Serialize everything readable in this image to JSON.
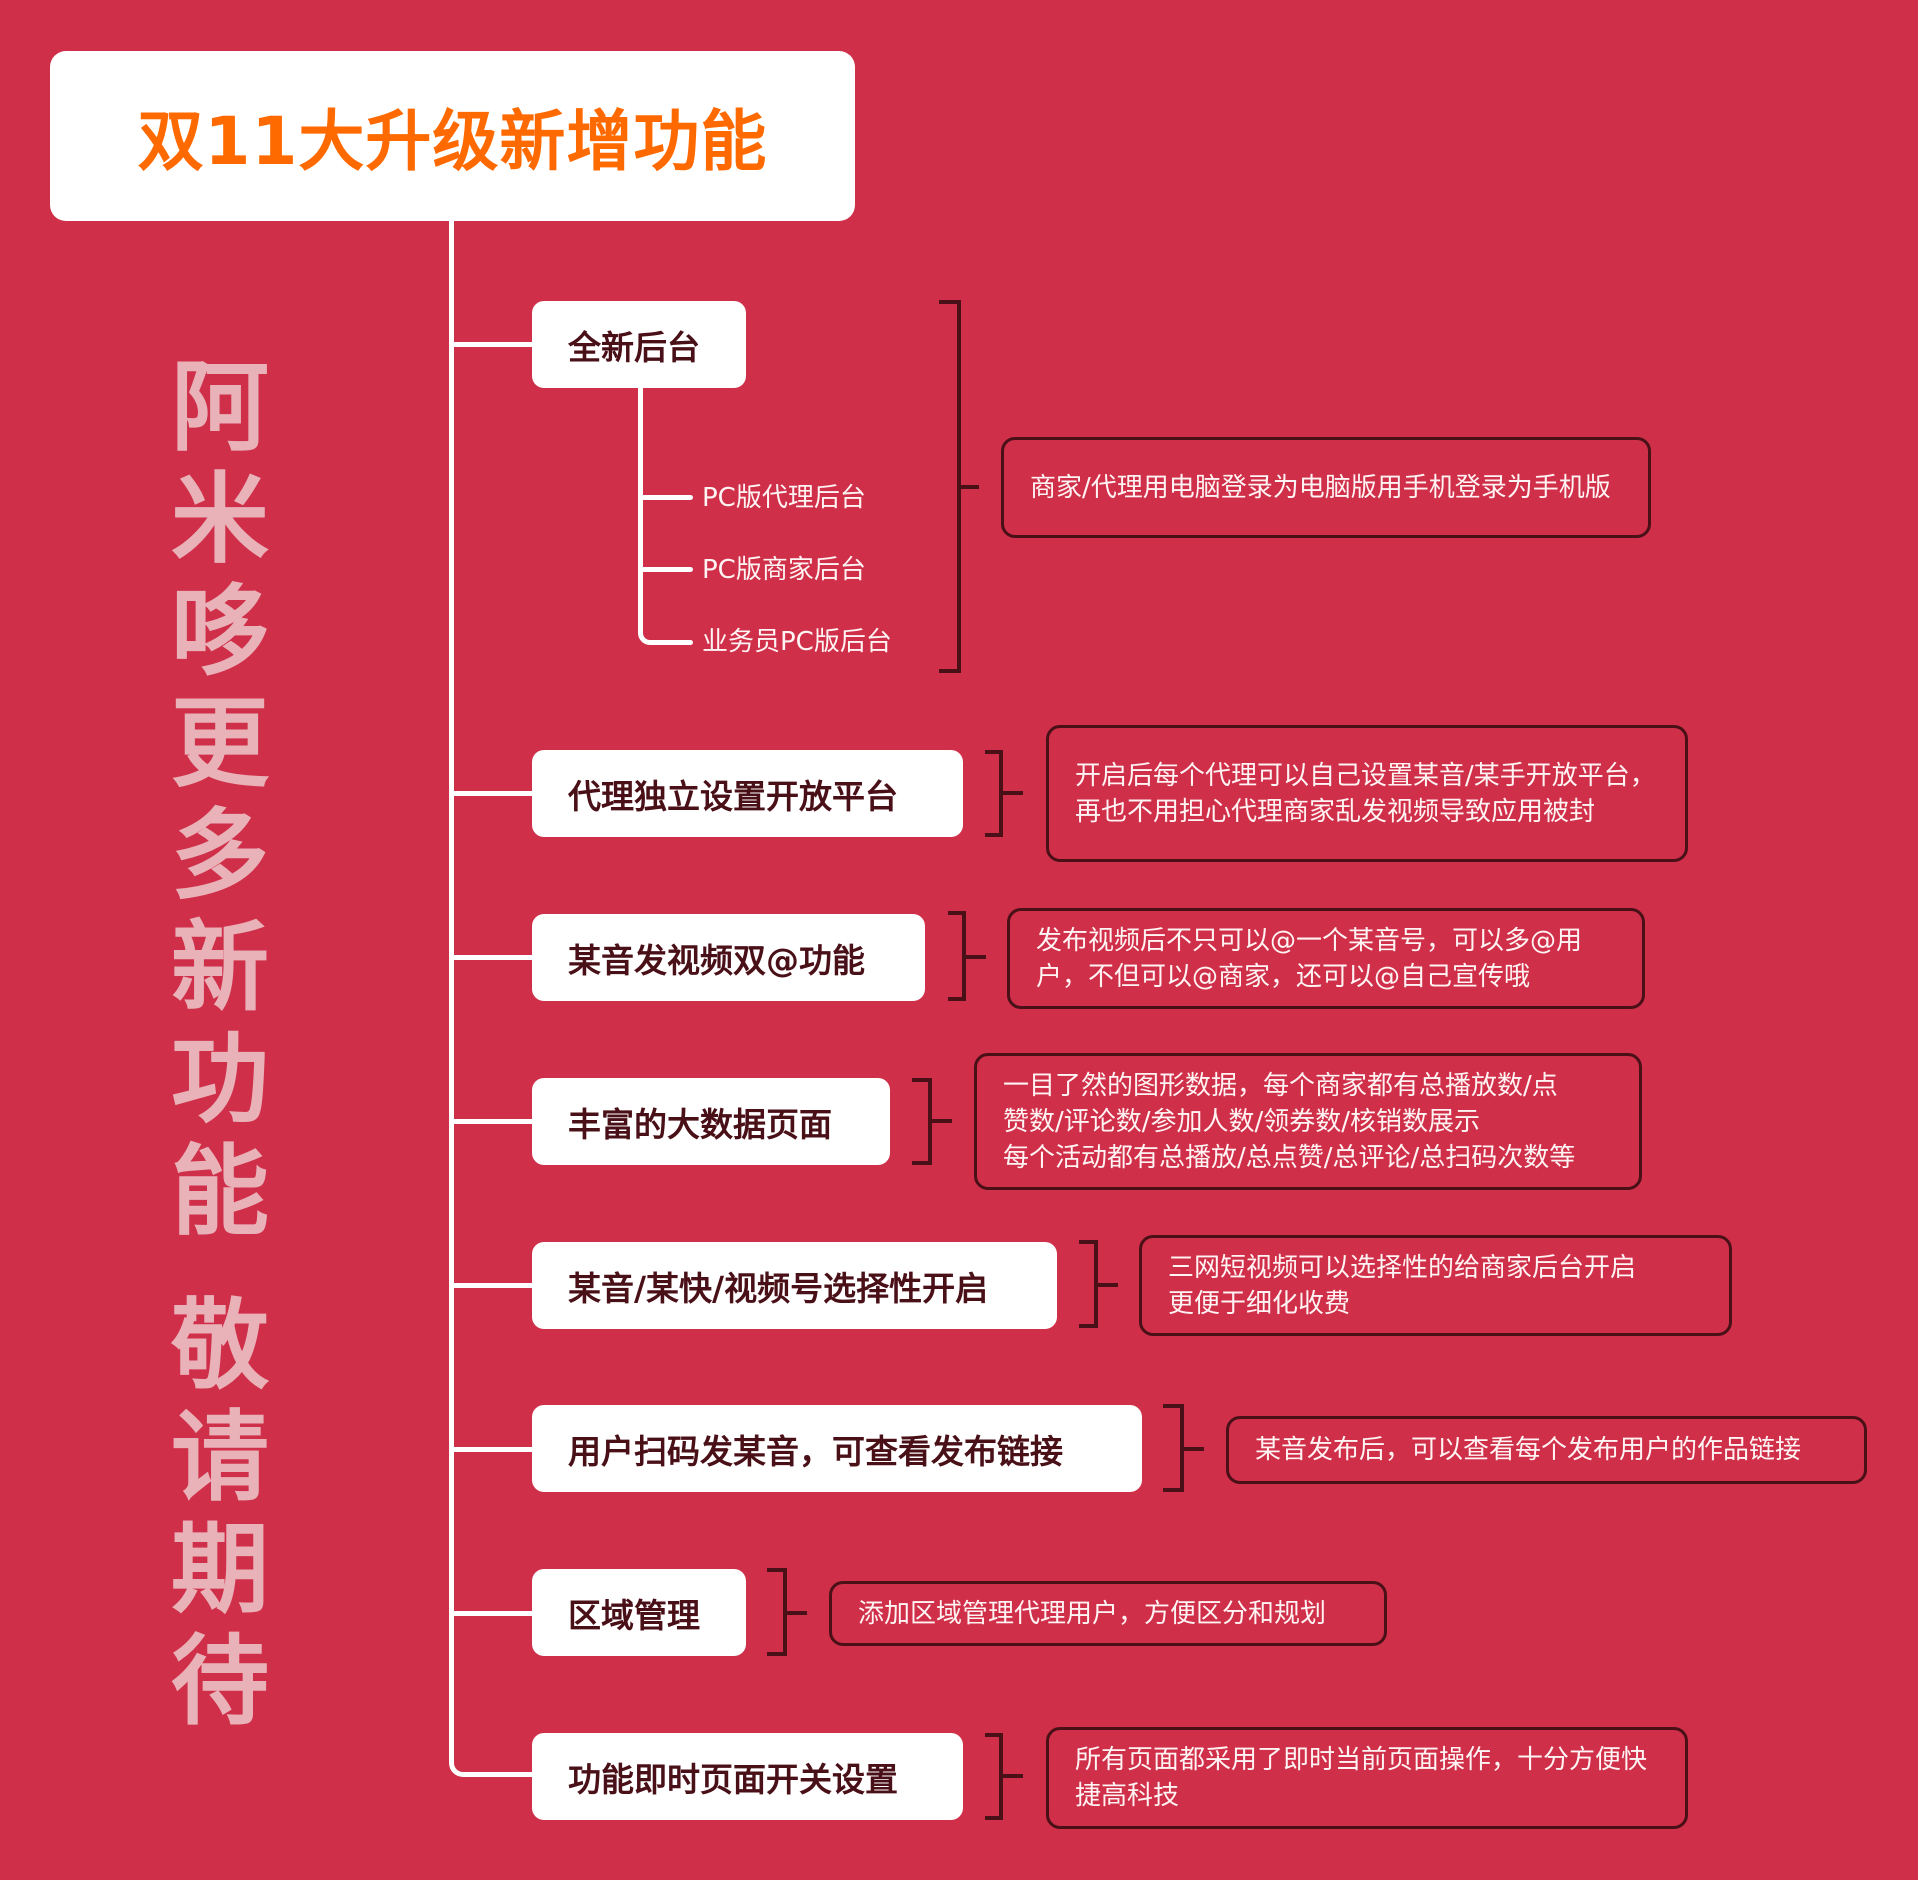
{
  "title": "双11大升级新增功能",
  "slogan": {
    "part1": [
      "阿",
      "米",
      "哆",
      "更",
      "多",
      "新",
      "功",
      "能"
    ],
    "part2": [
      "敬",
      "请",
      "期",
      "待"
    ]
  },
  "colors": {
    "background": "#cf2f48",
    "title_text": "#ff6a00",
    "node_text": "#4a1018",
    "bracket": "#4a1018",
    "slogan_text": "#e9b1b8"
  },
  "features": [
    {
      "label": "全新后台",
      "sub_items": [
        "PC版代理后台",
        "PC版商家后台",
        "业务员PC版后台"
      ],
      "description": "商家/代理用电脑登录为电脑版用手机登录为手机版"
    },
    {
      "label": "代理独立设置开放平台",
      "description": "开启后每个代理可以自己设置某音/某手开放平台，再也不用担心代理商家乱发视频导致应用被封"
    },
    {
      "label": "某音发视频双@功能",
      "description": "发布视频后不只可以@一个某音号，可以多@用户，不但可以@商家，还可以@自己宣传哦"
    },
    {
      "label": "丰富的大数据页面",
      "description_lines": [
        "一目了然的图形数据，每个商家都有总播放数/点",
        "赞数/评论数/参加人数/领券数/核销数展示",
        "每个活动都有总播放/总点赞/总评论/总扫码次数等"
      ]
    },
    {
      "label": "某音/某快/视频号选择性开启",
      "description_lines": [
        "三网短视频可以选择性的给商家后台开启",
        "更便于细化收费"
      ]
    },
    {
      "label": "用户扫码发某音，可查看发布链接",
      "description": "某音发布后，可以查看每个发布用户的作品链接"
    },
    {
      "label": "区域管理",
      "description": "添加区域管理代理用户，方便区分和规划"
    },
    {
      "label": "功能即时页面开关设置",
      "description": "所有页面都采用了即时当前页面操作，十分方便快捷高科技"
    }
  ]
}
